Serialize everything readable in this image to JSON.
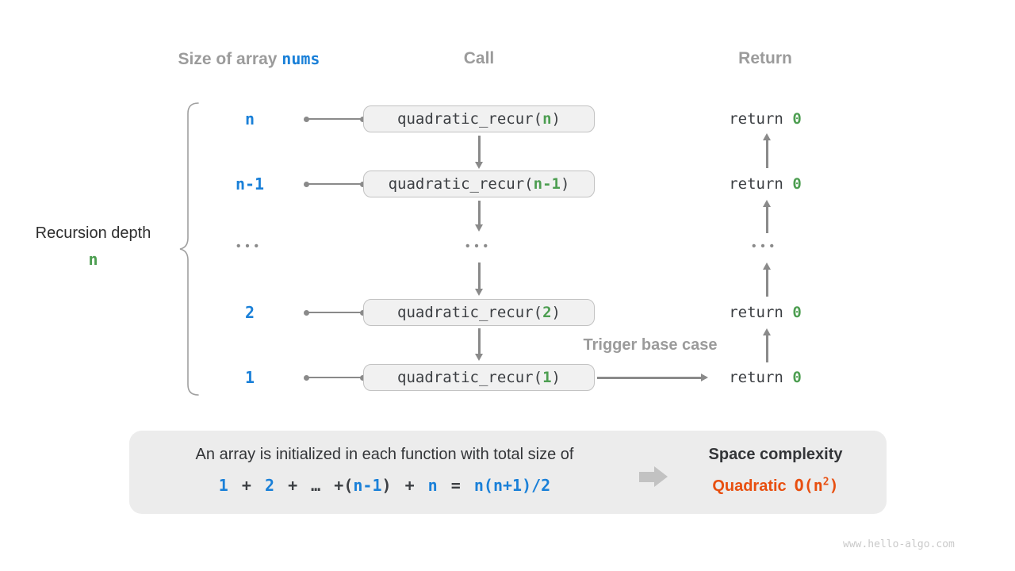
{
  "colors": {
    "blue": "#1a80d8",
    "green": "#4d9e51",
    "orange": "#e84f10",
    "gray_label": "#9b9b9b",
    "code": "#3c3f43",
    "arrow": "#8a8a8a",
    "box_bg": "#f1f1f1",
    "panel_bg": "#ececec",
    "watermark": "#c9c9c9"
  },
  "headers": {
    "size_prefix": "Size of array ",
    "size_code": "nums",
    "call": "Call",
    "return": "Return"
  },
  "left_label": {
    "line1": "Recursion depth",
    "line2": "n"
  },
  "rows": [
    {
      "size": "n",
      "call_open": "quadratic_recur(",
      "arg": "n",
      "call_close": ")",
      "ret_kw": "return ",
      "ret_val": "0"
    },
    {
      "size": "n-1",
      "call_open": "quadratic_recur(",
      "arg": "n-1",
      "call_close": ")",
      "ret_kw": "return ",
      "ret_val": "0"
    },
    {
      "dots": "•••"
    },
    {
      "size": "2",
      "call_open": "quadratic_recur(",
      "arg": "2",
      "call_close": ")",
      "ret_kw": "return ",
      "ret_val": "0"
    },
    {
      "size": "1",
      "call_open": "quadratic_recur(",
      "arg": "1",
      "call_close": ")",
      "ret_kw": "return ",
      "ret_val": "0"
    }
  ],
  "trigger_label": "Trigger base case",
  "summary": {
    "line1": "An array is initialized in each function with total size of",
    "formula": {
      "t1": "1",
      "p1": "+",
      "t2": "2",
      "p2": "+",
      "ellipsis": "…",
      "p3": "+",
      "open": "(",
      "t3": "n-1",
      "close": ")",
      "p4": "+",
      "t4": "n",
      "eq": "=",
      "result": "n(n+1)/2"
    },
    "space_title": "Space complexity",
    "space_kind": "Quadratic",
    "big_o_open": "O(n",
    "big_o_sup": "2",
    "big_o_close": ")"
  },
  "watermark": "www.hello-algo.com"
}
